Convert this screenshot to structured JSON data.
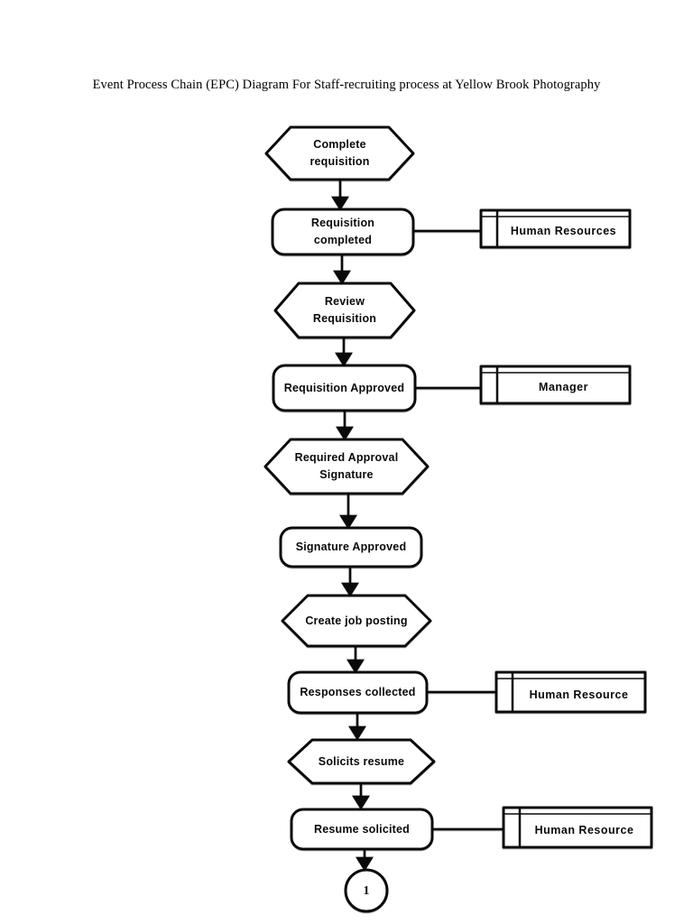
{
  "title": "Event Process Chain (EPC) Diagram For Staff-recruiting process at Yellow Brook Photography",
  "diagram": {
    "nodes": [
      {
        "type": "function-hexagon",
        "label": "Complete\nrequisition"
      },
      {
        "type": "event",
        "label": "Requisition\ncompleted"
      },
      {
        "type": "function-hexagon",
        "label": "Review\nRequisition"
      },
      {
        "type": "event",
        "label": "Requisition Approved"
      },
      {
        "type": "function-hexagon",
        "label": "Required Approval\nSignature"
      },
      {
        "type": "event",
        "label": "Signature Approved"
      },
      {
        "type": "function-hexagon",
        "label": "Create job posting"
      },
      {
        "type": "event",
        "label": "Responses collected"
      },
      {
        "type": "function-hexagon",
        "label": "Solicits resume"
      },
      {
        "type": "event",
        "label": "Resume solicited"
      },
      {
        "type": "connector-circle",
        "label": "1"
      }
    ],
    "org_units": [
      {
        "label": "Human Resources",
        "attached_to": "Requisition completed"
      },
      {
        "label": "Manager",
        "attached_to": "Requisition Approved"
      },
      {
        "label": "Human Resource",
        "attached_to": "Responses collected"
      },
      {
        "label": "Human Resource",
        "attached_to": "Resume solicited"
      }
    ],
    "colors": {
      "stroke": "#0a0a0a",
      "fill": "#ffffff",
      "page_background": "#ffffff"
    }
  }
}
